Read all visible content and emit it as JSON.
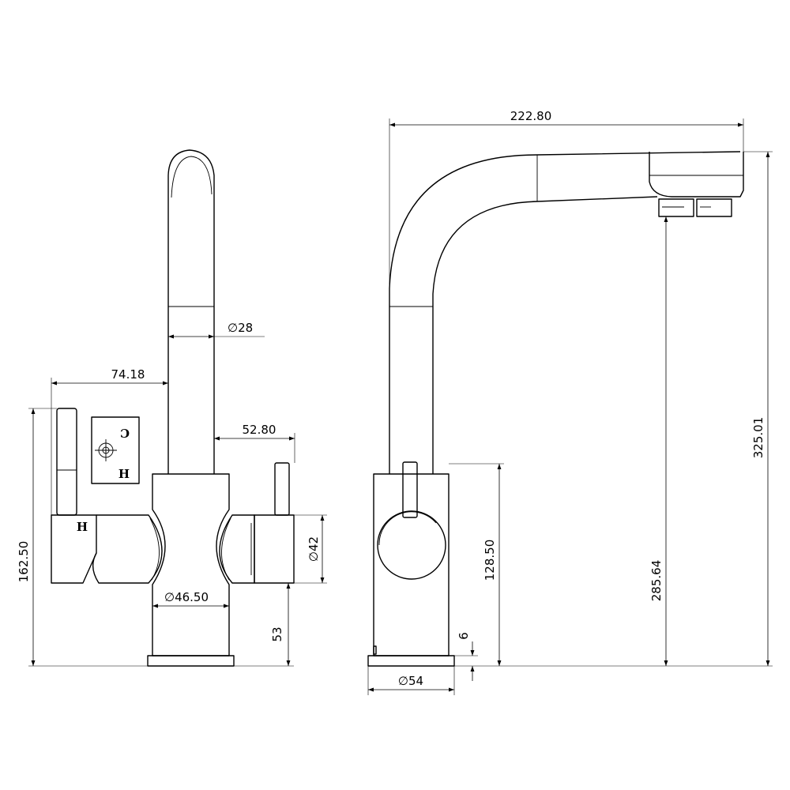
{
  "dimensions": {
    "overall_width": "222.80",
    "overall_height": "325.01",
    "spout_outlet_height": "285.64",
    "body_height": "128.50",
    "base_thickness": "6",
    "base_diameter": "54",
    "total_height_front": "162.50",
    "handle_offset": "74.18",
    "right_handle_offset": "52.80",
    "spout_tube_diameter": "28",
    "handle_diameter": "42",
    "body_diameter": "46.50",
    "body_base_height": "53"
  },
  "symbols": {
    "diameter": "∅"
  },
  "markings": {
    "hot": "H",
    "cold": "C",
    "side_hot": "H"
  }
}
